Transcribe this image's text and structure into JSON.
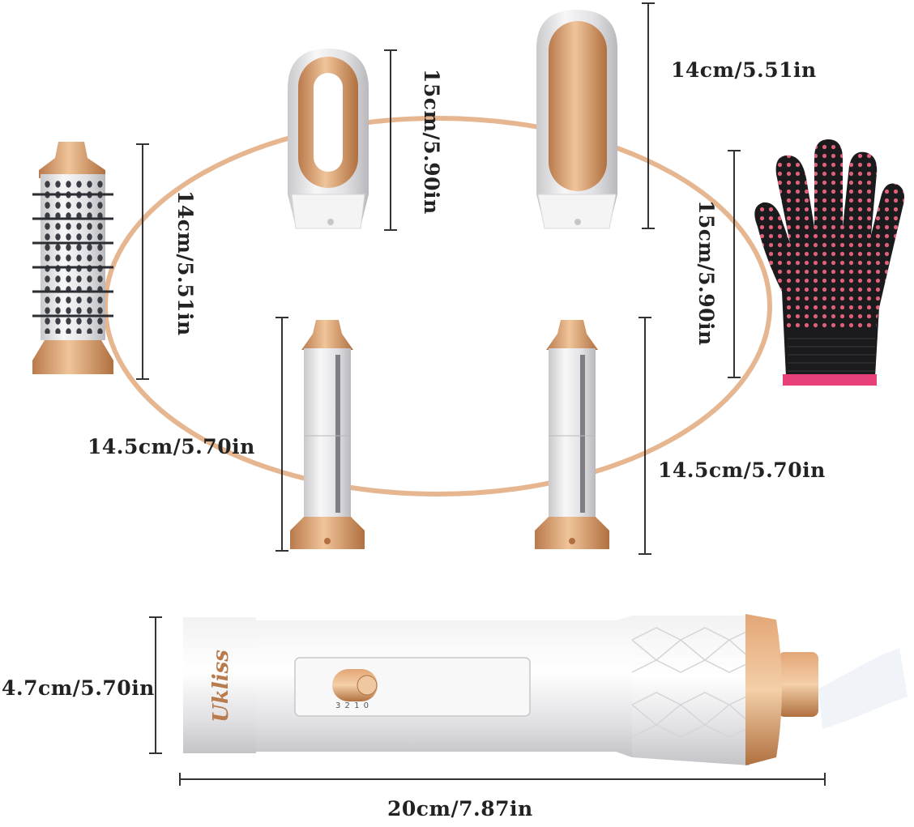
{
  "brand": "Ukliss",
  "switch_marks": "3 2 1 0",
  "dimensions": {
    "small_oval_height": "15cm/5.90in",
    "flat_brush_height": "14cm/5.51in",
    "round_brush_height": "14cm/5.51in",
    "glove_height": "15cm/5.90in",
    "left_barrel_height": "14.5cm/5.70in",
    "right_barrel_height": "14.5cm/5.70in",
    "handle_diameter": "4.7cm/5.70in",
    "handle_length": "20cm/7.87in"
  },
  "colors": {
    "copper": "#d49a6a",
    "copper_dark": "#b97a4c",
    "silver": "#e4e4e6",
    "glove_black": "#1b1b1d",
    "glove_dots": "#e0607a",
    "ring": "#e6b690"
  }
}
